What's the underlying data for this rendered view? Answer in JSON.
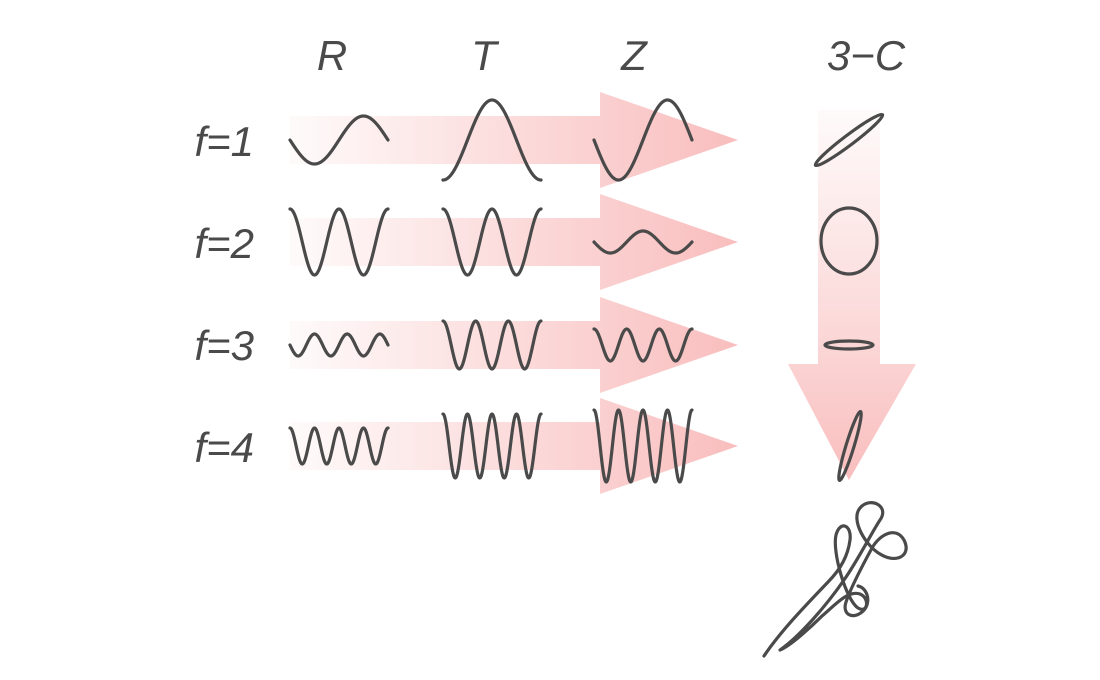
{
  "columns": {
    "r": "R",
    "t": "T",
    "z": "Z",
    "three_c": "3−C"
  },
  "rows": [
    {
      "label": "f=1"
    },
    {
      "label": "f=2"
    },
    {
      "label": "f=3"
    },
    {
      "label": "f=4"
    }
  ],
  "colors": {
    "arrow": "#f7a8a8",
    "ink": "#4a4a4a",
    "background": "#ffffff"
  }
}
